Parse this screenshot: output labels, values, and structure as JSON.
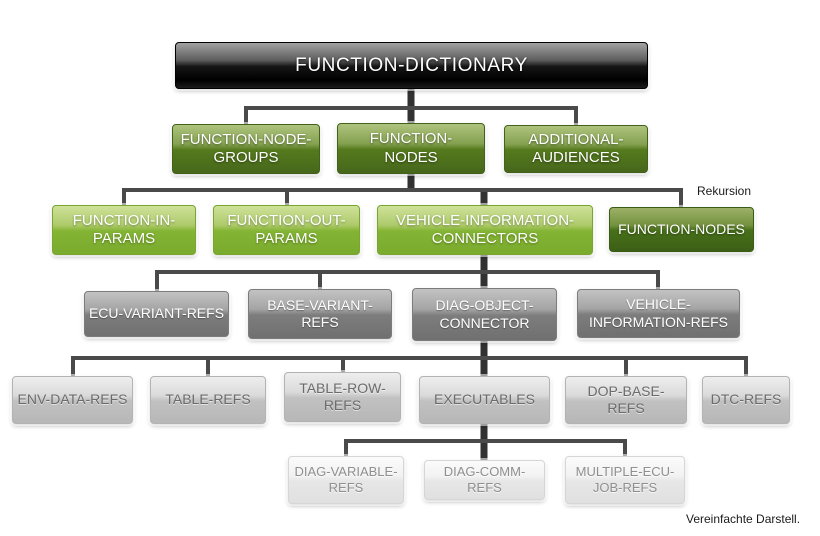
{
  "diagram": {
    "root": {
      "label": "FUNCTION-DICTIONARY"
    },
    "level2": [
      {
        "label": "FUNCTION-NODE-\nGROUPS"
      },
      {
        "label": "FUNCTION-\nNODES"
      },
      {
        "label": "ADDITIONAL-\nAUDIENCES"
      }
    ],
    "level3": [
      {
        "label": "FUNCTION-IN-\nPARAMS"
      },
      {
        "label": "FUNCTION-OUT-\nPARAMS"
      },
      {
        "label": "VEHICLE-INFORMATION-\nCONNECTORS"
      },
      {
        "label": "FUNCTION-NODES"
      }
    ],
    "level4": [
      {
        "label": "ECU-VARIANT-REFS"
      },
      {
        "label": "BASE-VARIANT-\nREFS"
      },
      {
        "label": "DIAG-OBJECT-\nCONNECTOR"
      },
      {
        "label": "VEHICLE-\nINFORMATION-REFS"
      }
    ],
    "level5": [
      {
        "label": "ENV-DATA-REFS"
      },
      {
        "label": "TABLE-REFS"
      },
      {
        "label": "TABLE-ROW-\nREFS"
      },
      {
        "label": "EXECUTABLES"
      },
      {
        "label": "DOP-BASE-REFS"
      },
      {
        "label": "DTC-REFS"
      }
    ],
    "level6": [
      {
        "label": "DIAG-VARIABLE-\nREFS"
      },
      {
        "label": "DIAG-COMM-REFS"
      },
      {
        "label": "MULTIPLE-ECU-\nJOB-REFS"
      }
    ],
    "annotation_rekursion": "Rekursion",
    "caption": "Vereinfachte Darstell.",
    "colors": {
      "root_black": "#1a1a1a",
      "dark_green": "#557a1d",
      "bright_green": "#84b434",
      "mid_gray": "#8a8a8a",
      "light_gray": "#c9c9c9",
      "pale_gray": "#ededed",
      "connector_dark": "#323232",
      "connector": "#4a4a4a"
    }
  }
}
